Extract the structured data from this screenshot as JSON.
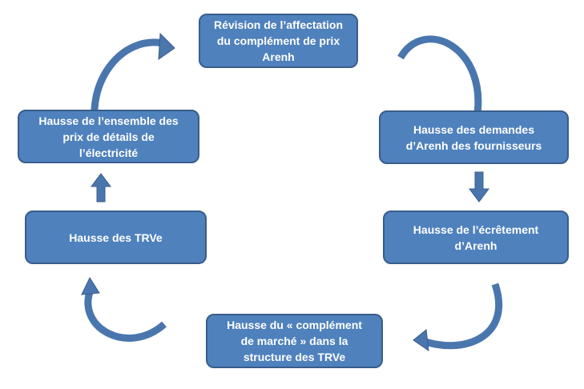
{
  "colors": {
    "box_fill": "#4F81BD",
    "box_border": "#385D8A",
    "arrow": "#4A76AE",
    "arrow_edge": "#385D8A"
  },
  "nodes": [
    {
      "id": "revision",
      "text": "Révision de l’affectation\ndu complément de prix\nArenh"
    },
    {
      "id": "demandes",
      "text": "Hausse des demandes\nd’Arenh des fournisseurs"
    },
    {
      "id": "ecretement",
      "text": "Hausse de l’écrêtement\nd’Arenh"
    },
    {
      "id": "complement",
      "text": "Hausse du « complément\nde marché » dans la\nstructure des TRVe"
    },
    {
      "id": "trve",
      "text": "Hausse des TRVe"
    },
    {
      "id": "prix",
      "text": "Hausse de l’ensemble des\nprix de  détails de\nl’électricité"
    }
  ],
  "edges": [
    {
      "from": "revision",
      "to": "demandes",
      "shape": "curved"
    },
    {
      "from": "demandes",
      "to": "ecretement",
      "shape": "straight"
    },
    {
      "from": "ecretement",
      "to": "complement",
      "shape": "curved"
    },
    {
      "from": "complement",
      "to": "trve",
      "shape": "curved"
    },
    {
      "from": "trve",
      "to": "prix",
      "shape": "straight"
    },
    {
      "from": "prix",
      "to": "revision",
      "shape": "curved"
    }
  ]
}
